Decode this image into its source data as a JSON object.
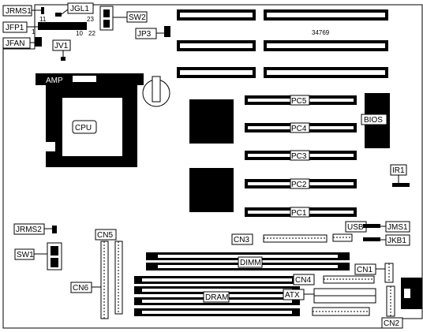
{
  "labels": {
    "jrms1": "JRMS1",
    "jgl1": "JGL1",
    "sw2": "SW2",
    "jfp1": "JFP1",
    "jfan": "JFAN",
    "jv1": "JV1",
    "jp3": "JP3",
    "pin_11": "11",
    "pin_1": "1",
    "pin_23": "23",
    "pin_10": "10",
    "pin_22": "22",
    "board_id": "34769",
    "amp": "AMP",
    "cpu": "CPU",
    "pc5": "PC5",
    "pc4": "PC4",
    "pc3": "PC3",
    "pc2": "PC2",
    "pc1": "PC1",
    "bios": "BIOS",
    "ir1": "IR1",
    "jrms2": "JRMS2",
    "cn5": "CN5",
    "sw1": "SW1",
    "cn6": "CN6",
    "cn3": "CN3",
    "usb": "USB",
    "jms1": "JMS1",
    "jkb1": "JKB1",
    "dimm": "DIMM",
    "cn1": "CN1",
    "cn4": "CN4",
    "dram": "DRAM",
    "atx": "ATX",
    "cn2": "CN2"
  }
}
